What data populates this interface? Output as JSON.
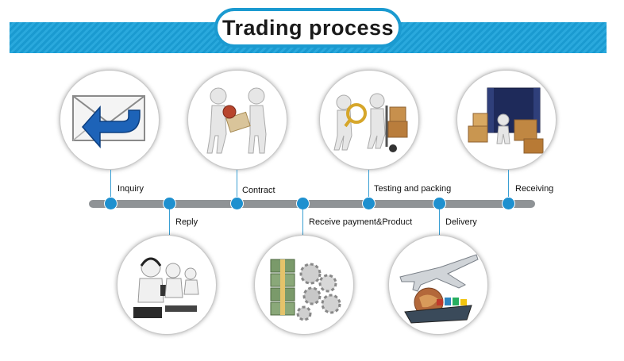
{
  "title": "Trading process",
  "steps": [
    {
      "label": "Inquiry",
      "icon": "envelope-reply-icon",
      "position": "top"
    },
    {
      "label": "Reply",
      "icon": "call-center-icon",
      "position": "bottom"
    },
    {
      "label": "Contract",
      "icon": "handshake-contract-icon",
      "position": "top"
    },
    {
      "label": "Receive payment&Product",
      "icon": "money-gears-icon",
      "position": "bottom"
    },
    {
      "label": "Testing and packing",
      "icon": "inspection-forklift-icon",
      "position": "top"
    },
    {
      "label": "Delivery",
      "icon": "plane-ship-globe-icon",
      "position": "bottom"
    },
    {
      "label": "Receiving",
      "icon": "container-boxes-icon",
      "position": "top"
    }
  ],
  "colors": {
    "banner": "#1a9ad0",
    "dot": "#1e90cf",
    "timeline": "#8f9396"
  }
}
